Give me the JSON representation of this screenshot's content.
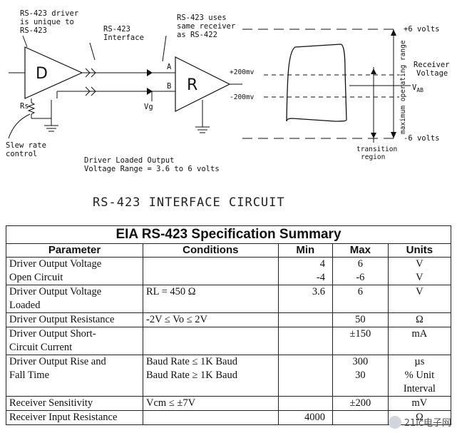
{
  "diagram": {
    "note_driver": [
      "RS-423 driver",
      "is unique to",
      "RS-423"
    ],
    "note_interface": [
      "RS-423",
      "Interface"
    ],
    "note_receiver": [
      "RS-423 uses",
      "same receiver",
      "as RS-422"
    ],
    "driver_letter": "D",
    "receiver_letter": "R",
    "pin_a": "A",
    "pin_b": "B",
    "vg": "Vg",
    "rs": "Rs",
    "slew": [
      "Slew rate",
      "control"
    ],
    "loaded_output": [
      "Driver Loaded Output",
      "Voltage Range = 3.6 to 6 volts"
    ],
    "plus6": "+6 volts",
    "minus6": "-6 volts",
    "plus200": "+200mv",
    "minus200": "-200mv",
    "receiver_voltage": [
      "Receiver",
      "Voltage"
    ],
    "vab": "V",
    "vab_sub": "AB",
    "max_range": "maximum operating range",
    "transition": [
      "transition",
      "region"
    ],
    "caption": "RS-423 INTERFACE CIRCUIT"
  },
  "table": {
    "title": "EIA RS-423 Specification Summary",
    "headers": [
      "Parameter",
      "Conditions",
      "Min",
      "Max",
      "Units"
    ],
    "rows": [
      {
        "param": [
          "Driver Output Voltage",
          "Open Circuit"
        ],
        "cond": [],
        "min": [
          "4",
          "-4"
        ],
        "max": [
          "6",
          "-6"
        ],
        "units": [
          "V",
          "V"
        ]
      },
      {
        "param": [
          "Driver Output Voltage",
          "Loaded"
        ],
        "cond": [
          "RL = 450 Ω"
        ],
        "min": [
          "3.6"
        ],
        "max": [
          "6"
        ],
        "units": [
          "V"
        ]
      },
      {
        "param": [
          "Driver Output Resistance"
        ],
        "cond": [
          "-2V ≤ Vo ≤ 2V"
        ],
        "min": [],
        "max": [
          "50"
        ],
        "units": [
          "Ω"
        ]
      },
      {
        "param": [
          "Driver Output Short-",
          "Circuit Current"
        ],
        "cond": [],
        "min": [],
        "max": [
          "±150"
        ],
        "units": [
          "mA"
        ]
      },
      {
        "param": [
          "Driver Output Rise and",
          "Fall Time"
        ],
        "cond": [
          "Baud Rate ≤ 1K Baud",
          "Baud Rate ≥ 1K Baud"
        ],
        "min": [],
        "max": [
          "300",
          "30"
        ],
        "units": [
          "µs",
          "% Unit",
          "Interval"
        ]
      },
      {
        "param": [
          "Receiver Sensitivity"
        ],
        "cond": [
          "Vcm ≤ ±7V"
        ],
        "min": [],
        "max": [
          "±200"
        ],
        "units": [
          "mV"
        ]
      },
      {
        "param": [
          "Receiver Input Resistance"
        ],
        "cond": [],
        "min": [
          "4000"
        ],
        "max": [],
        "units": [
          "Ω"
        ]
      }
    ]
  },
  "watermark": "21ic电子网"
}
